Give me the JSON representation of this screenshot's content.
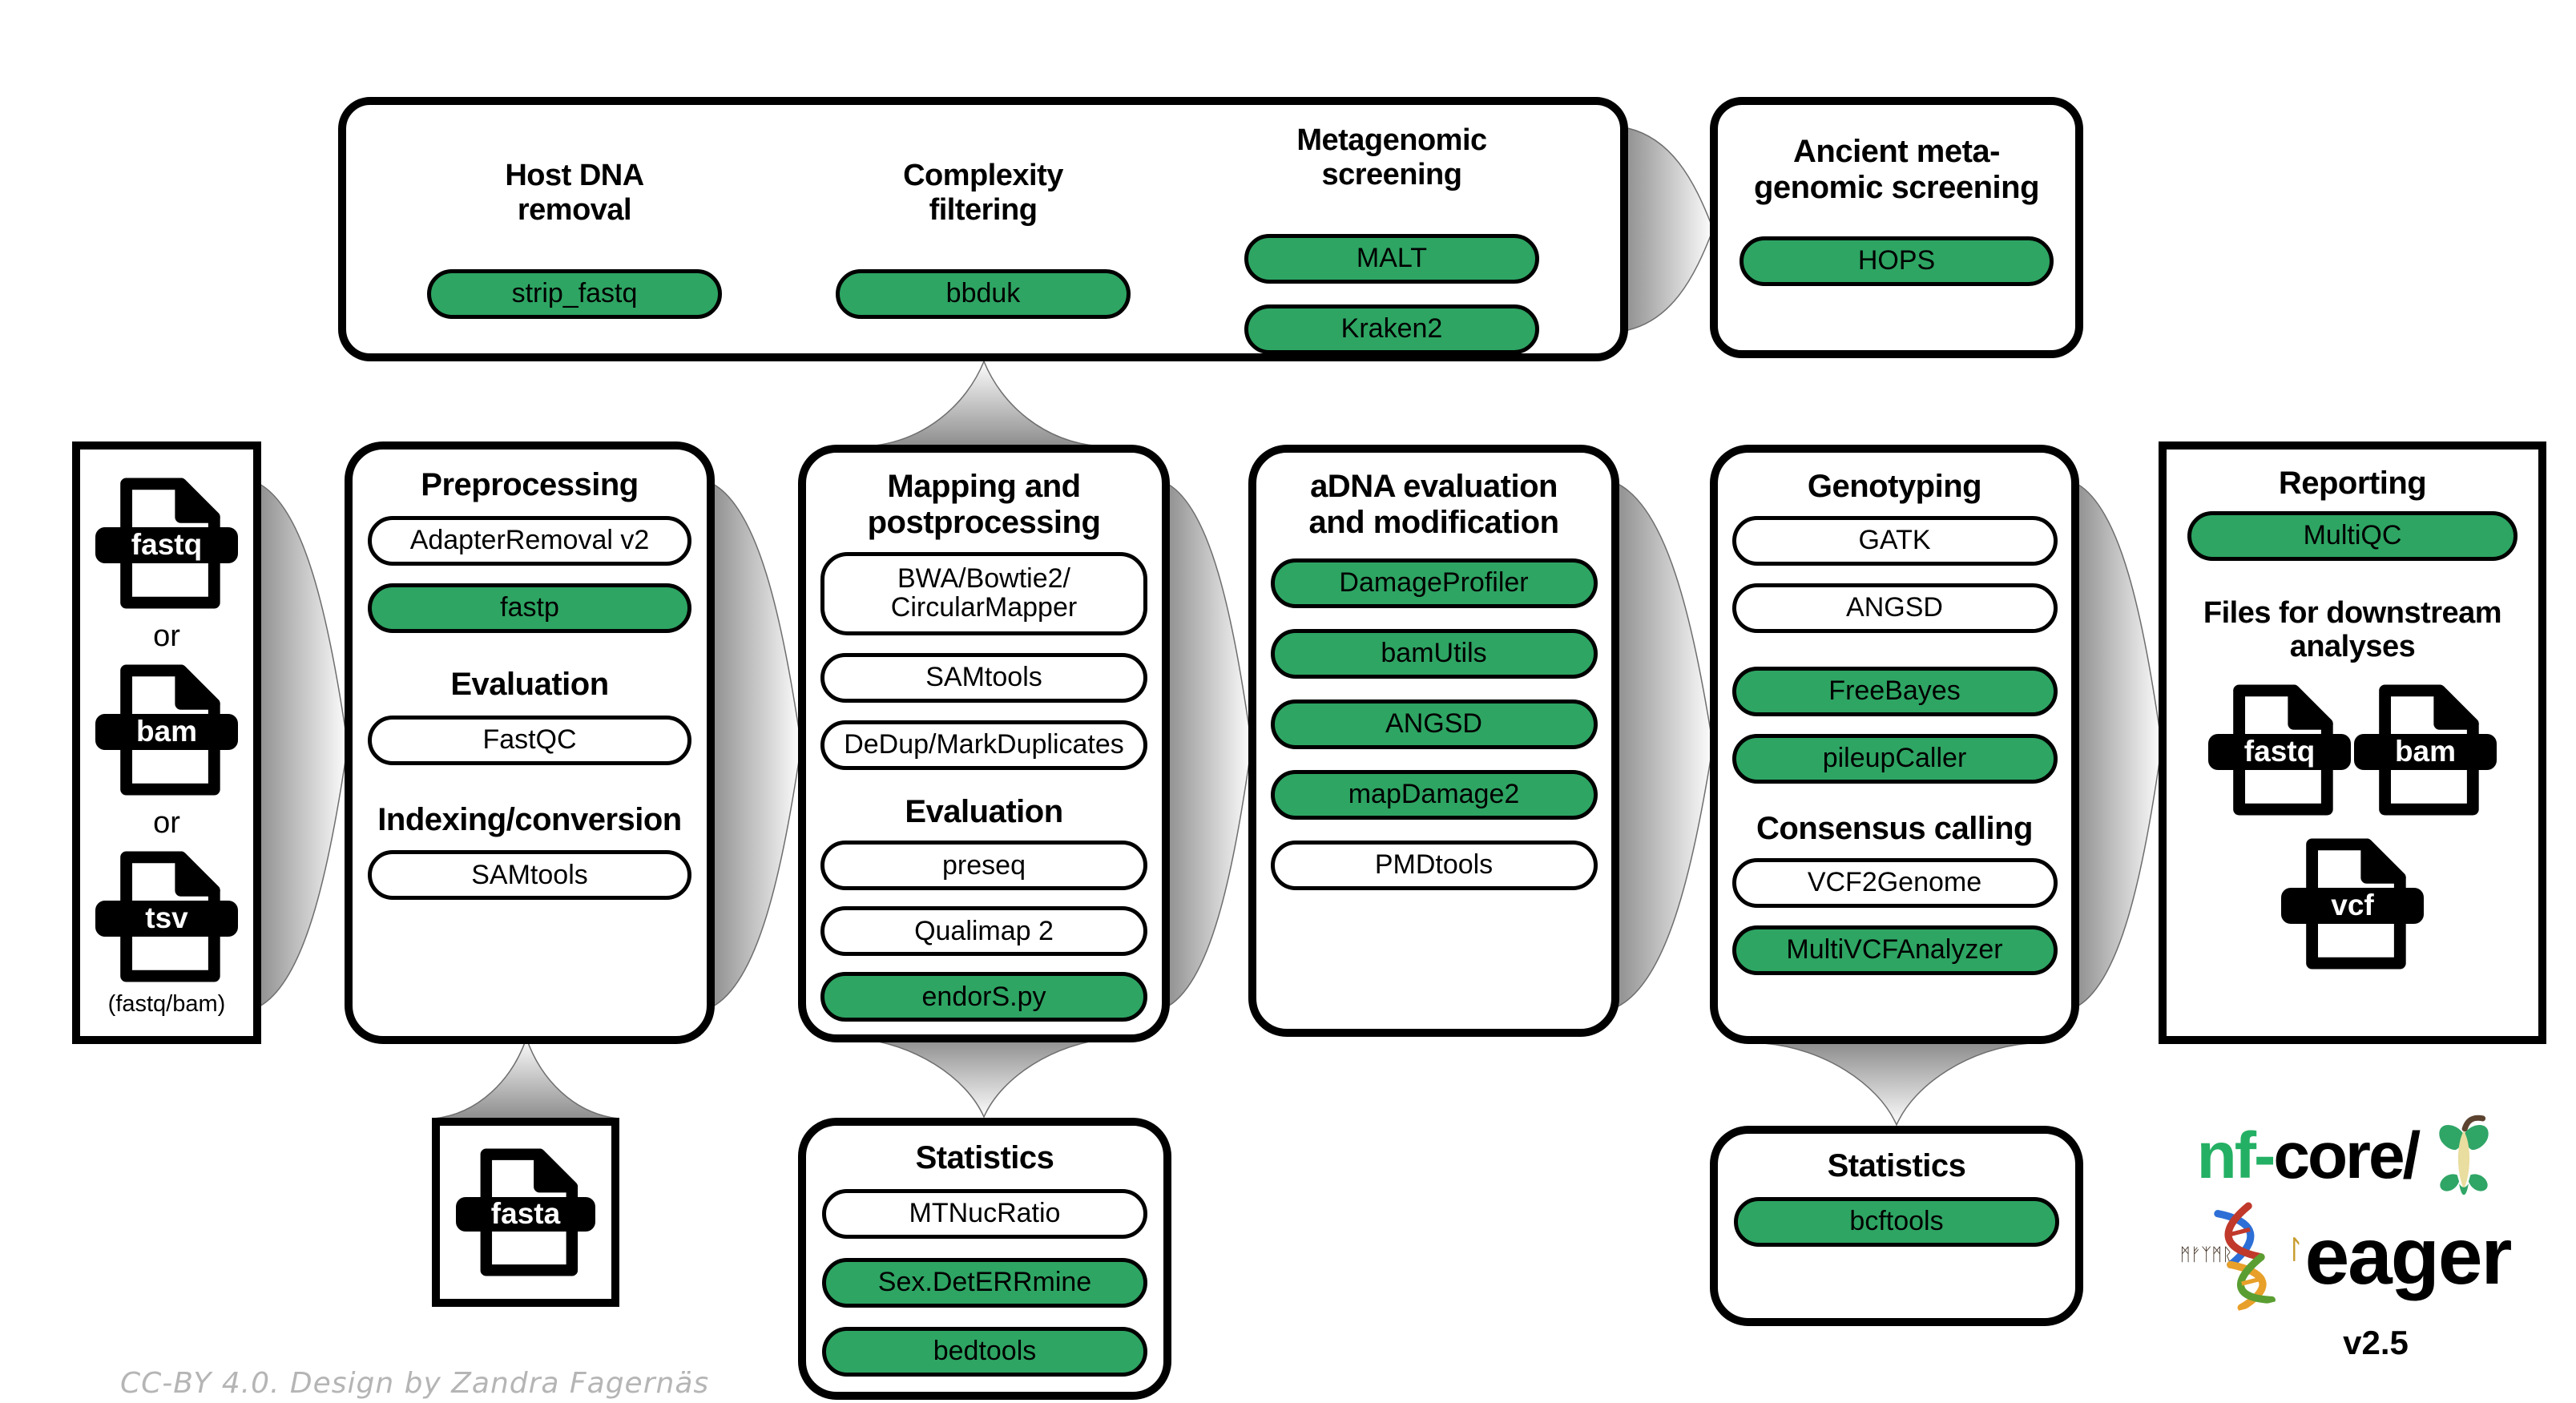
{
  "colors": {
    "green": "#2EA563",
    "logo_green": "#24B064",
    "arrow_dark": "#8d8d8d",
    "arrow_light": "#fdfdfd",
    "credit_gray": "#b5b5b5",
    "rune_gold": "#c79a2a",
    "apple_cream": "#e9dd9f",
    "stem_brown": "#5b4330"
  },
  "top_box": {
    "columns": [
      {
        "title": "Host DNA\nremoval",
        "tools": [
          {
            "label": "strip_fastq"
          }
        ]
      },
      {
        "title": "Complexity\nfiltering",
        "tools": [
          {
            "label": "bbduk"
          }
        ]
      },
      {
        "title": "Metagenomic\nscreening",
        "tools": [
          {
            "label": "MALT"
          },
          {
            "label": "Kraken2"
          }
        ]
      }
    ]
  },
  "ancient_box": {
    "title": "Ancient meta-\ngenomic screening",
    "tools": [
      {
        "label": "HOPS"
      }
    ]
  },
  "input_box": {
    "separator": "or",
    "files": [
      {
        "label": "fastq"
      },
      {
        "label": "bam"
      },
      {
        "label": "tsv"
      }
    ],
    "note": "(fastq/bam)"
  },
  "preprocessing_box": {
    "title": "Preprocessing",
    "tools1": [
      {
        "label": "AdapterRemoval v2"
      },
      {
        "label": "fastp"
      }
    ],
    "subtitle1": "Evaluation",
    "tools2": [
      {
        "label": "FastQC"
      }
    ],
    "subtitle2": "Indexing/conversion",
    "tools3": [
      {
        "label": "SAMtools"
      }
    ]
  },
  "mapping_box": {
    "title": "Mapping and\npostprocessing",
    "tools1": [
      {
        "label": "BWA/Bowtie2/\nCircularMapper"
      },
      {
        "label": "SAMtools"
      },
      {
        "label": "DeDup/MarkDuplicates"
      }
    ],
    "subtitle1": "Evaluation",
    "tools2": [
      {
        "label": "preseq"
      },
      {
        "label": "Qualimap 2"
      },
      {
        "label": "endorS.py"
      }
    ]
  },
  "adna_box": {
    "title": "aDNA evaluation\nand modification",
    "tools": [
      {
        "label": "DamageProfiler"
      },
      {
        "label": "bamUtils"
      },
      {
        "label": "ANGSD"
      },
      {
        "label": "mapDamage2"
      },
      {
        "label": "PMDtools"
      }
    ]
  },
  "genotyping_box": {
    "title": "Genotyping",
    "tools1": [
      {
        "label": "GATK"
      },
      {
        "label": "ANGSD"
      },
      {
        "label": "FreeBayes"
      },
      {
        "label": "pileupCaller"
      }
    ],
    "subtitle1": "Consensus calling",
    "tools2": [
      {
        "label": "VCF2Genome"
      },
      {
        "label": "MultiVCFAnalyzer"
      }
    ]
  },
  "reporting_box": {
    "title": "Reporting",
    "tools": [
      {
        "label": "MultiQC"
      }
    ],
    "downstream_title": "Files for downstream\nanalyses",
    "files": [
      {
        "label": "fastq"
      },
      {
        "label": "bam"
      },
      {
        "label": "vcf"
      }
    ]
  },
  "fasta_box": {
    "file": {
      "label": "fasta"
    }
  },
  "statistics_box": {
    "title": "Statistics",
    "tools": [
      {
        "label": "MTNucRatio"
      },
      {
        "label": "Sex.DetERRmine"
      },
      {
        "label": "bedtools"
      }
    ]
  },
  "statistics_box2": {
    "title": "Statistics",
    "tools": [
      {
        "label": "bcftools"
      }
    ]
  },
  "logo": {
    "name_green": "nf-",
    "name_black": "core/",
    "pipeline_name": "eager",
    "version": "v2.5",
    "runes": "ᛗᚠᛉᛗᚱ",
    "rune_accent": "ᛚ",
    "apple_icon": "apple-core-icon",
    "helix_icon": "dna-helix-icon"
  },
  "credit": "CC-BY 4.0. Design by Zandra Fagernäs"
}
